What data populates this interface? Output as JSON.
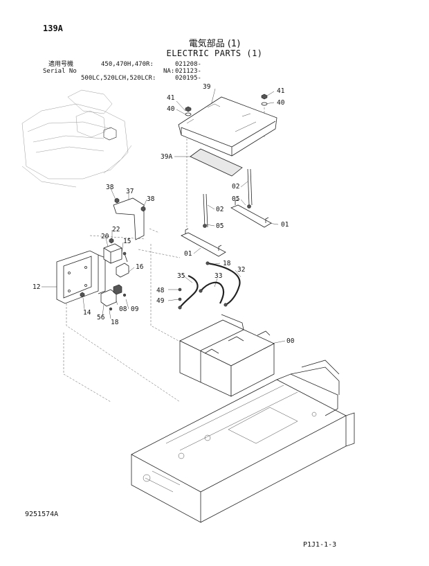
{
  "header": {
    "page_code": "139A",
    "title_jp": "電気部品 (1)",
    "title_en": "ELECTRIC PARTS (1)"
  },
  "applicability": {
    "label_jp": "適用号機",
    "label_en": "Serial No",
    "rows": [
      {
        "models": "450,470H,470R:",
        "serial": "021208-"
      },
      {
        "models": "NA:",
        "serial": "021123-"
      },
      {
        "models": "500LC,520LCH,520LCR:",
        "serial": "020195-"
      }
    ]
  },
  "callouts": {
    "c39": "39",
    "c41a": "41",
    "c40a": "40",
    "c41b": "41",
    "c40b": "40",
    "c39a": "39A",
    "c02a": "02",
    "c05a": "05",
    "c02b": "02",
    "c05b": "05",
    "c01a": "01",
    "c01b": "01",
    "c38a": "38",
    "c37": "37",
    "c38b": "38",
    "c22": "22",
    "c20": "20",
    "c15": "15",
    "c16": "16",
    "c12": "12",
    "c14": "14",
    "c56": "56",
    "c18a": "18",
    "c08": "08",
    "c09": "09",
    "c18b": "18",
    "c32": "32",
    "c35": "35",
    "c33": "33",
    "c48": "48",
    "c49": "49",
    "c00": "00"
  },
  "footer": {
    "drawing_number": "9251574A",
    "sheet_number": "P1J1-1-3"
  }
}
